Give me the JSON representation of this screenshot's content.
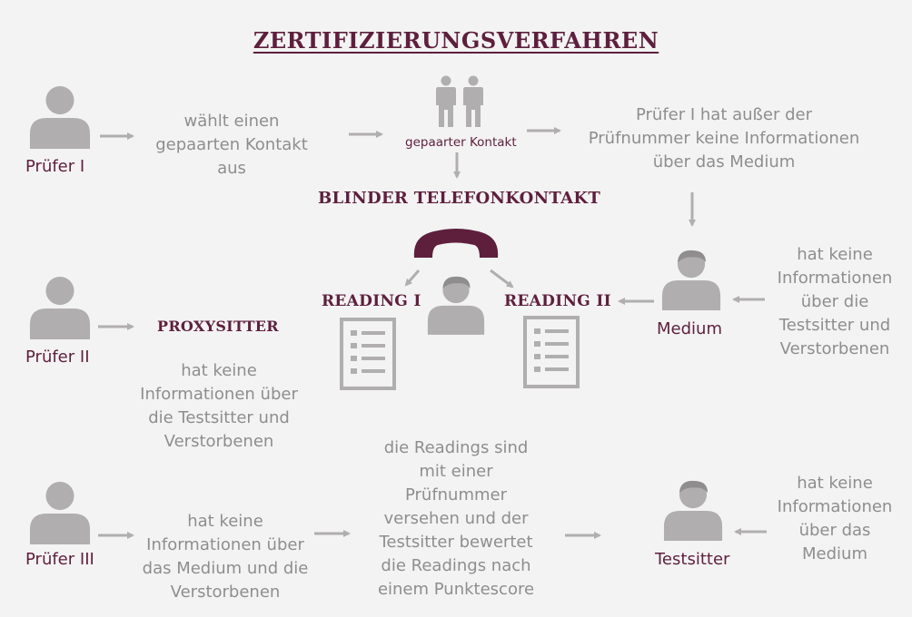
{
  "title": "ZERTIFIZIERUNGSVERFAHREN",
  "colors": {
    "accent": "#5e1f3d",
    "icon": "#b0aeae",
    "text": "#8e8e8e",
    "background": "#f3f3f3"
  },
  "actors": {
    "pruefer1": "Prüfer I",
    "pruefer2": "Prüfer II",
    "pruefer3": "Prüfer III",
    "medium": "Medium",
    "testsitter": "Testsitter"
  },
  "row1": {
    "choose_contact": [
      "wählt einen",
      "gepaarten Kontakt",
      "aus"
    ],
    "paired_contact": "gepaarter Kontakt",
    "pruefer1_info": [
      "Prüfer I hat außer der",
      "Prüfnummer keine Informationen",
      "über das Medium"
    ]
  },
  "blind_contact": "BLINDER TELEFONKONTAKT",
  "reading1": "READING I",
  "reading2": "READING II",
  "proxysitter": "PROXYSITTER",
  "proxysitter_info": [
    "hat keine",
    "Informationen über",
    "die Testsitter und",
    "Verstorbenen"
  ],
  "medium_info": [
    "hat keine",
    "Informationen",
    "über die",
    "Testsitter und",
    "Verstorbenen"
  ],
  "pruefer3_info": [
    "hat keine",
    "Informationen über",
    "das Medium und die",
    "Verstorbenen"
  ],
  "readings_scored": [
    "die Readings sind",
    "mit einer",
    "Prüfnummer",
    "versehen und der",
    "Testsitter bewertet",
    "die Readings nach",
    "einem Punktescore"
  ],
  "testsitter_info": [
    "hat keine",
    "Informationen",
    "über das",
    "Medium"
  ]
}
